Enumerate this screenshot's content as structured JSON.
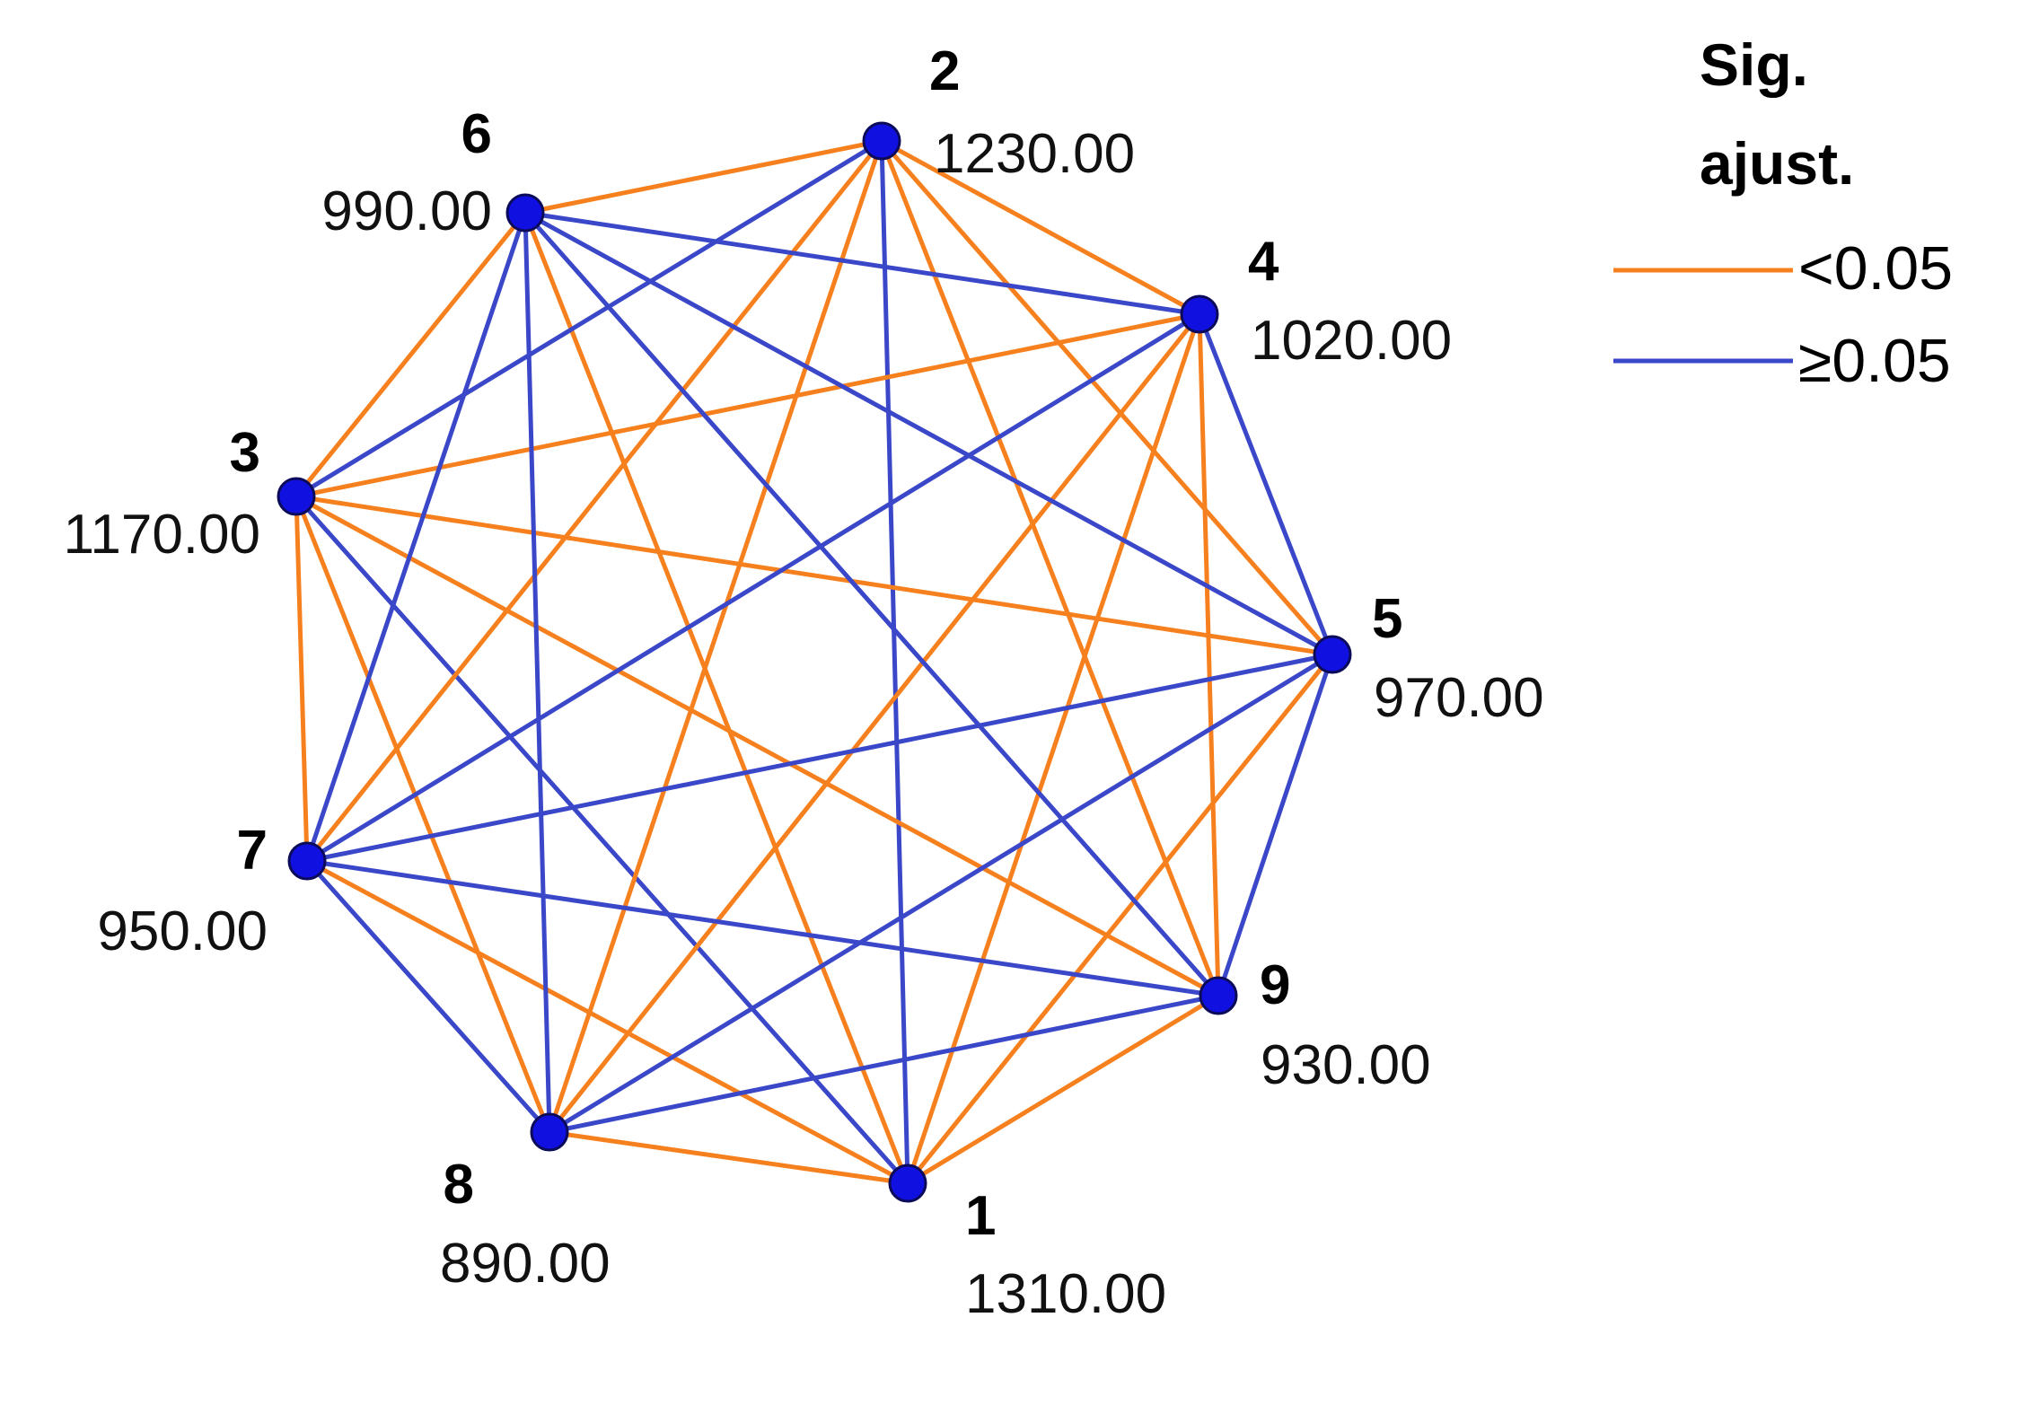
{
  "legend": {
    "title_line1": "Sig.",
    "title_line2": "ajust.",
    "items": [
      {
        "label": "<0.05",
        "color": "#F7801E",
        "key": "sig"
      },
      {
        "label": "≥0.05",
        "color": "#3A47C9",
        "key": "nonsig"
      }
    ]
  },
  "node_fill": "#1010E0",
  "nodes": [
    {
      "id": "1",
      "value": "1310.00"
    },
    {
      "id": "2",
      "value": "1230.00"
    },
    {
      "id": "3",
      "value": "1170.00"
    },
    {
      "id": "4",
      "value": "1020.00"
    },
    {
      "id": "5",
      "value": "970.00"
    },
    {
      "id": "6",
      "value": "990.00"
    },
    {
      "id": "7",
      "value": "950.00"
    },
    {
      "id": "8",
      "value": "890.00"
    },
    {
      "id": "9",
      "value": "930.00"
    }
  ],
  "edges": [
    [
      "1",
      "2",
      "nonsig"
    ],
    [
      "1",
      "3",
      "nonsig"
    ],
    [
      "1",
      "4",
      "sig"
    ],
    [
      "1",
      "5",
      "sig"
    ],
    [
      "1",
      "6",
      "sig"
    ],
    [
      "1",
      "7",
      "sig"
    ],
    [
      "1",
      "8",
      "sig"
    ],
    [
      "1",
      "9",
      "sig"
    ],
    [
      "2",
      "3",
      "nonsig"
    ],
    [
      "2",
      "4",
      "sig"
    ],
    [
      "2",
      "5",
      "sig"
    ],
    [
      "2",
      "6",
      "sig"
    ],
    [
      "2",
      "7",
      "sig"
    ],
    [
      "2",
      "8",
      "sig"
    ],
    [
      "2",
      "9",
      "sig"
    ],
    [
      "3",
      "4",
      "sig"
    ],
    [
      "3",
      "5",
      "sig"
    ],
    [
      "3",
      "6",
      "sig"
    ],
    [
      "3",
      "7",
      "sig"
    ],
    [
      "3",
      "8",
      "sig"
    ],
    [
      "3",
      "9",
      "sig"
    ],
    [
      "4",
      "5",
      "nonsig"
    ],
    [
      "4",
      "6",
      "nonsig"
    ],
    [
      "4",
      "7",
      "nonsig"
    ],
    [
      "4",
      "8",
      "sig"
    ],
    [
      "4",
      "9",
      "sig"
    ],
    [
      "5",
      "6",
      "nonsig"
    ],
    [
      "5",
      "7",
      "nonsig"
    ],
    [
      "5",
      "8",
      "nonsig"
    ],
    [
      "5",
      "9",
      "nonsig"
    ],
    [
      "6",
      "7",
      "nonsig"
    ],
    [
      "6",
      "8",
      "nonsig"
    ],
    [
      "6",
      "9",
      "nonsig"
    ],
    [
      "7",
      "8",
      "nonsig"
    ],
    [
      "7",
      "9",
      "nonsig"
    ],
    [
      "8",
      "9",
      "nonsig"
    ]
  ]
}
